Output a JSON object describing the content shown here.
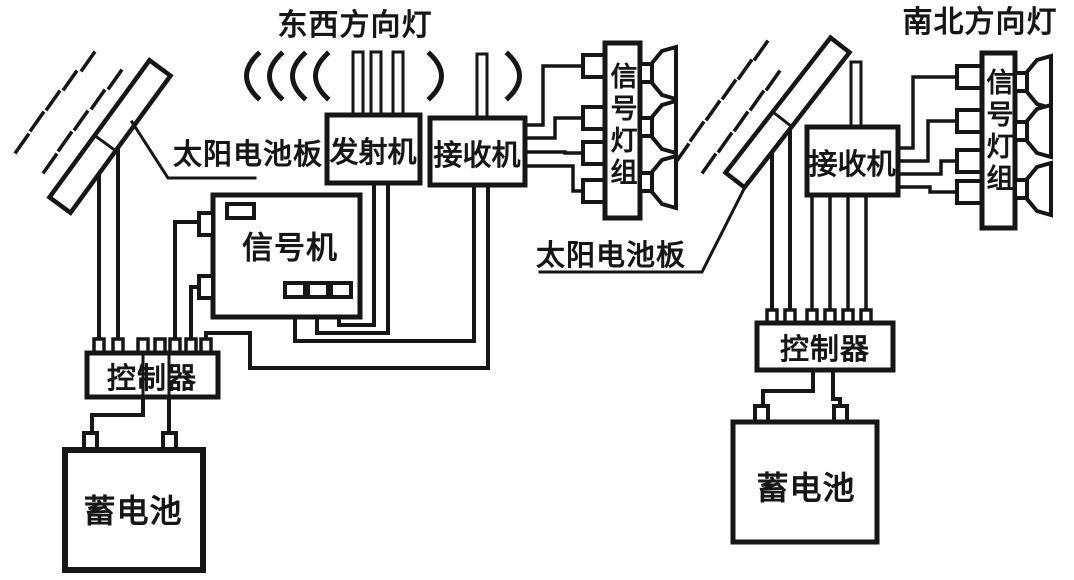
{
  "diagram": {
    "title_left": "东西方向灯",
    "title_right": "南北方向灯",
    "left_system": {
      "solar_panel_label": "太阳电池板",
      "transmitter_label": "发射机",
      "receiver_label": "接收机",
      "signal_machine_label": "信号机",
      "signal_light_group_label": "信号灯组",
      "controller_label": "控制器",
      "battery_label": "蓄电池"
    },
    "right_system": {
      "solar_panel_label": "太阳电池板",
      "receiver_label": "接收机",
      "signal_light_group_label": "信号灯组",
      "controller_label": "控制器",
      "battery_label": "蓄电池"
    },
    "colors": {
      "ink": "#161616",
      "paper": "#ffffff"
    }
  }
}
